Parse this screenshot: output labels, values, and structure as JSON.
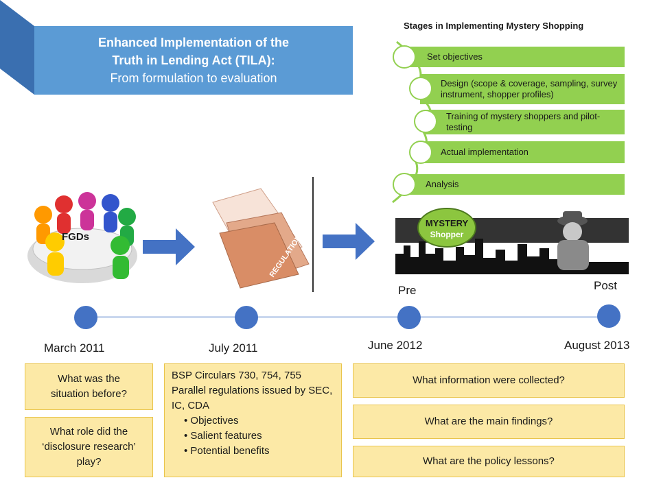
{
  "title": {
    "line1": "Enhanced Implementation of the",
    "line2": "Truth in Lending Act (TILA):",
    "line3": "From formulation to evaluation"
  },
  "stages": {
    "heading": "Stages in Implementing Mystery Shopping",
    "items": [
      "Set objectives",
      "Design (scope & coverage, sampling, survey instrument, shopper profiles)",
      "Training of mystery shoppers and pilot-testing",
      "Actual implementation",
      "Analysis"
    ]
  },
  "images": {
    "fgd_label": "FGDs",
    "regulations_label": "REGULATIONS",
    "mystery_line1": "MYSTERY",
    "mystery_line2": "Shopper"
  },
  "timeline": {
    "dates": [
      "March 2011",
      "July 2011",
      "June 2012",
      "August 2013"
    ],
    "pre_label": "Pre",
    "post_label": "Post"
  },
  "boxes": {
    "march_q1": "What was the situation before?",
    "march_q2": "What role did the ‘disclosure research’ play?",
    "july": {
      "line1": "BSP Circulars 730, 754, 755",
      "line2": "Parallel regulations issued by SEC, IC, CDA",
      "bullets": [
        "Objectives",
        "Salient features",
        "Potential benefits"
      ]
    },
    "eval_q1": "What information were collected?",
    "eval_q2": "What are the main findings?",
    "eval_q3": "What are the policy lessons?"
  },
  "colors": {
    "banner": "#5b9bd5",
    "stage_green": "#92d050",
    "timeline_dot": "#4472c4",
    "box_fill": "#fce9a6",
    "arrow": "#4472c4"
  }
}
